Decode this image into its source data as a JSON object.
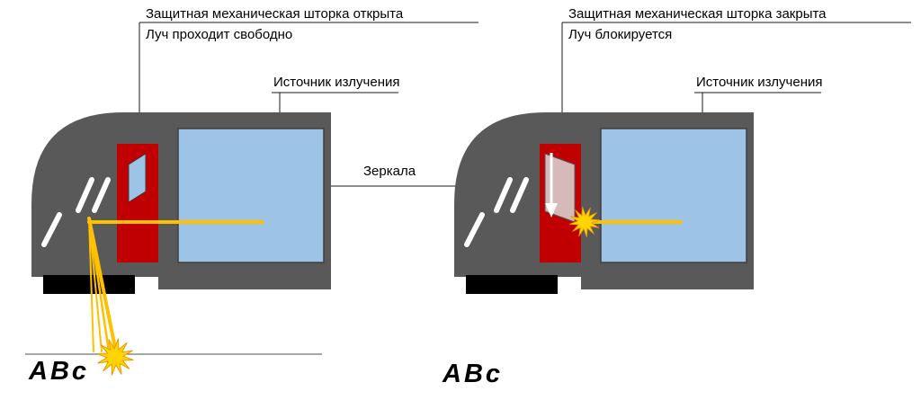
{
  "diagrams": {
    "left": {
      "shutter_title": "Защитная механическая шторка открыта",
      "beam_caption": "Луч проходит свободно",
      "source_label": "Источник излучения",
      "engraving_text": "АВс"
    },
    "right": {
      "shutter_title": "Защитная механическая шторка закрыта",
      "beam_caption": "Луч блокируется",
      "source_label": "Источник излучения",
      "engraving_text": "АВс"
    },
    "shared": {
      "mirrors_label": "Зеркала"
    },
    "colors": {
      "device_body": "#595959",
      "shutter_housing": "#c00000",
      "shutter_blade_open": "#9dc3e6",
      "shutter_blade_closed": "#d9d9d9",
      "radiation_source": "#9dc3e6",
      "beam": "#ffc000",
      "spark": "#ffd400",
      "mirror": "#ffffff",
      "foot": "#000000",
      "leader_line": "#1a1a1a"
    }
  }
}
